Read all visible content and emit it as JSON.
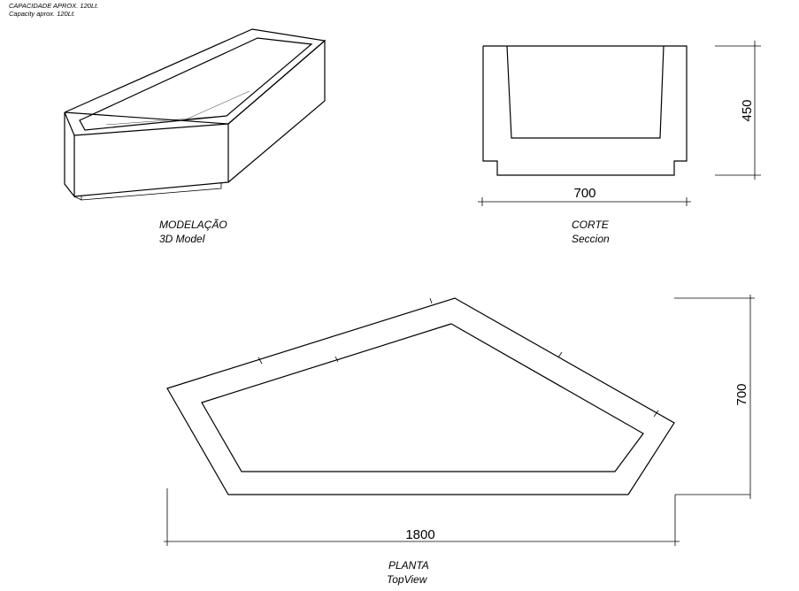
{
  "capacity": {
    "pt": "CAPACIDADE APROX. 120Lt.",
    "en": "Capacity aprox. 120Lt."
  },
  "views": {
    "model": {
      "title_pt": "MODELAÇÃO",
      "title_en": "3D Model"
    },
    "section": {
      "title_pt": "CORTE",
      "title_en": "Seccion",
      "width": "700",
      "height": "450"
    },
    "plan": {
      "title_pt": "PLANTA",
      "title_en": "TopView",
      "width": "1800",
      "depth": "700"
    }
  }
}
